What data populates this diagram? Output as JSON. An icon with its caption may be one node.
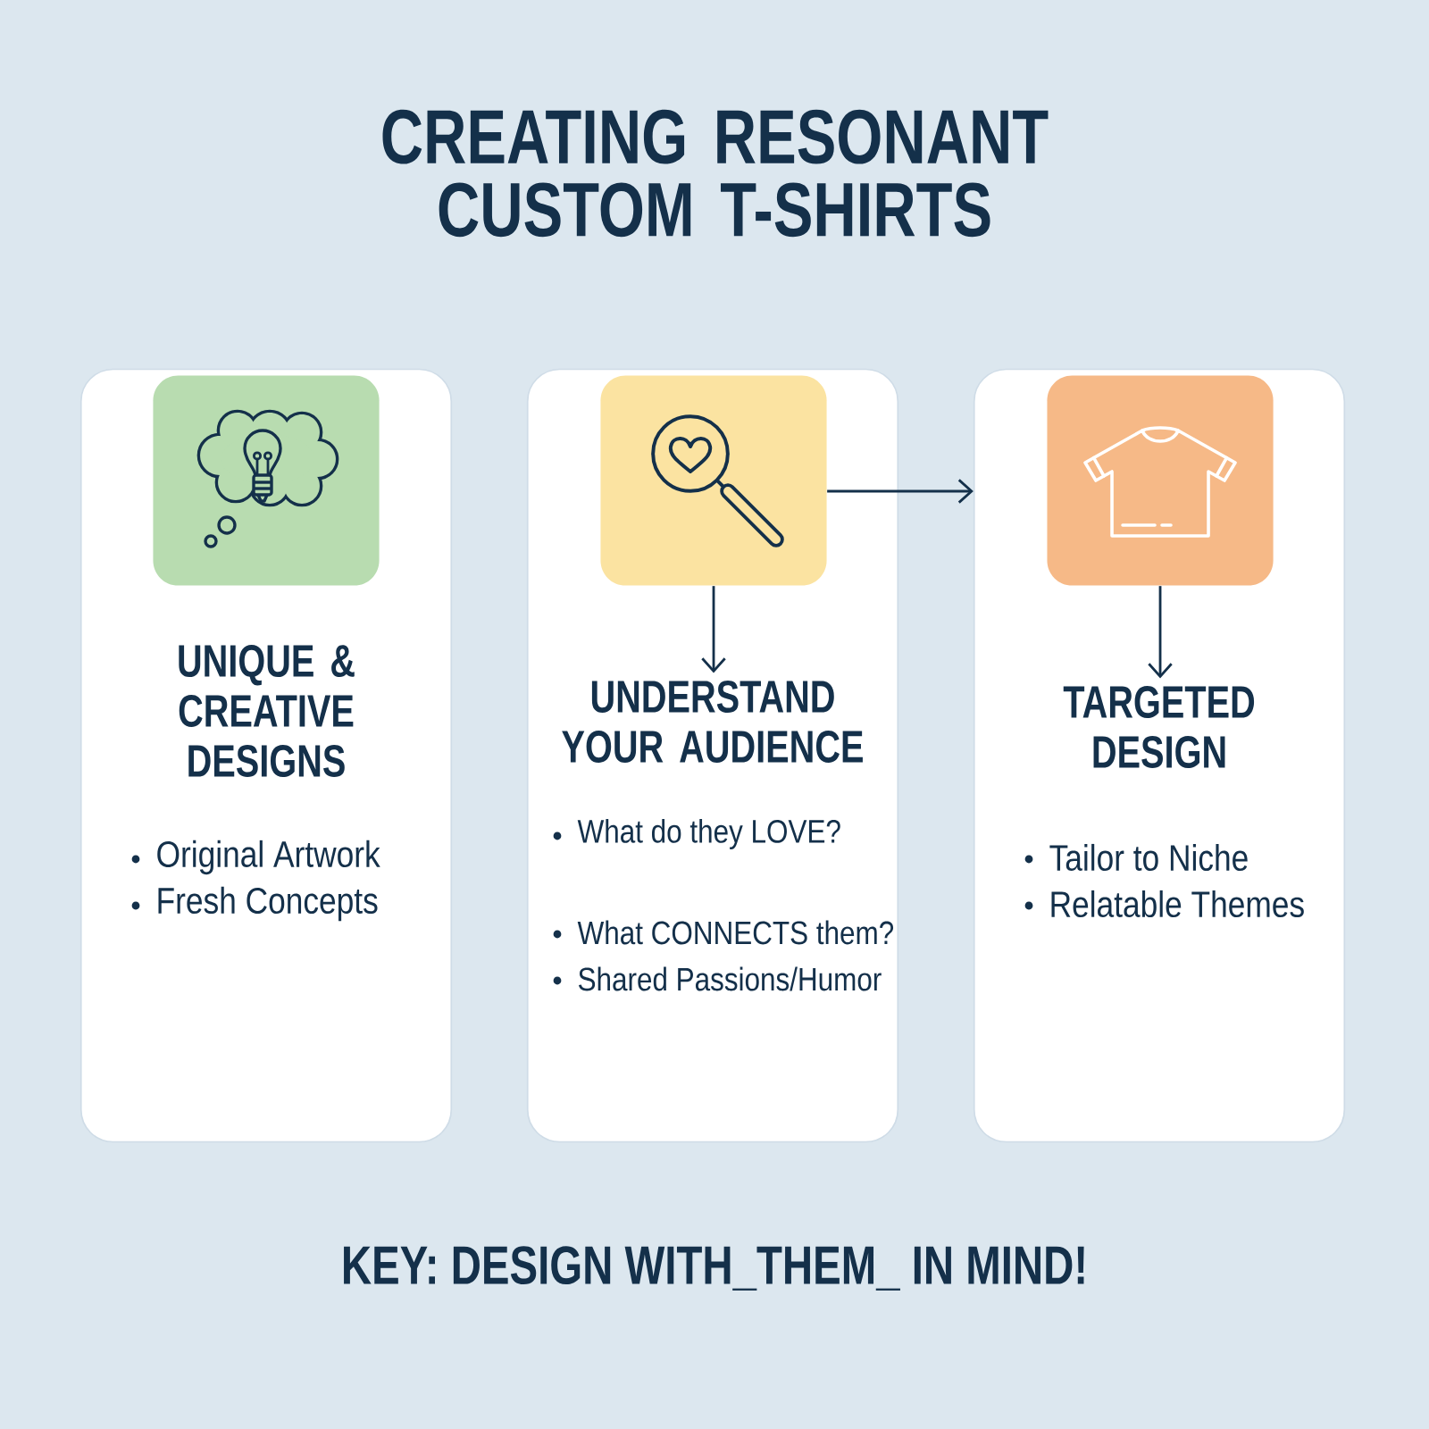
{
  "diagram": {
    "title": "CREATING RESONANT CUSTOM T-SHIRTS",
    "nodes": [
      {
        "text": [
          "UNIQUE & CREATIVE DESIGNS",
          "Original Artwork",
          "Fresh Concepts"
        ]
      },
      {
        "text": [],
        "shape": "picture",
        "in": 0
      },
      {
        "text": [
          "What do they LOVE?",
          "What CONNECTS them?",
          "Shared Passions/Humor"
        ]
      },
      {
        "text": [],
        "shape": "picture",
        "in": 2
      },
      {
        "text": [
          "UNDERSTAND YOUR AUDIENCE"
        ],
        "in": 2
      },
      {
        "text": [
          "Tailor to Niche",
          "Relatable Themes"
        ]
      },
      {
        "text": [],
        "shape": "picture",
        "in": 5
      },
      {
        "text": [
          "TARGETED DESIGN"
        ],
        "in": 5
      }
    ],
    "edges": [
      {
        "from": 3,
        "to": 4,
        "arrow": "to"
      },
      {
        "from": 3,
        "to": 5,
        "arrow": "to"
      },
      {
        "from": 6,
        "to": 7,
        "arrow": "to"
      }
    ],
    "labels": [
      "KEY: DESIGN WITH_THEM_ IN MIND!"
    ]
  }
}
